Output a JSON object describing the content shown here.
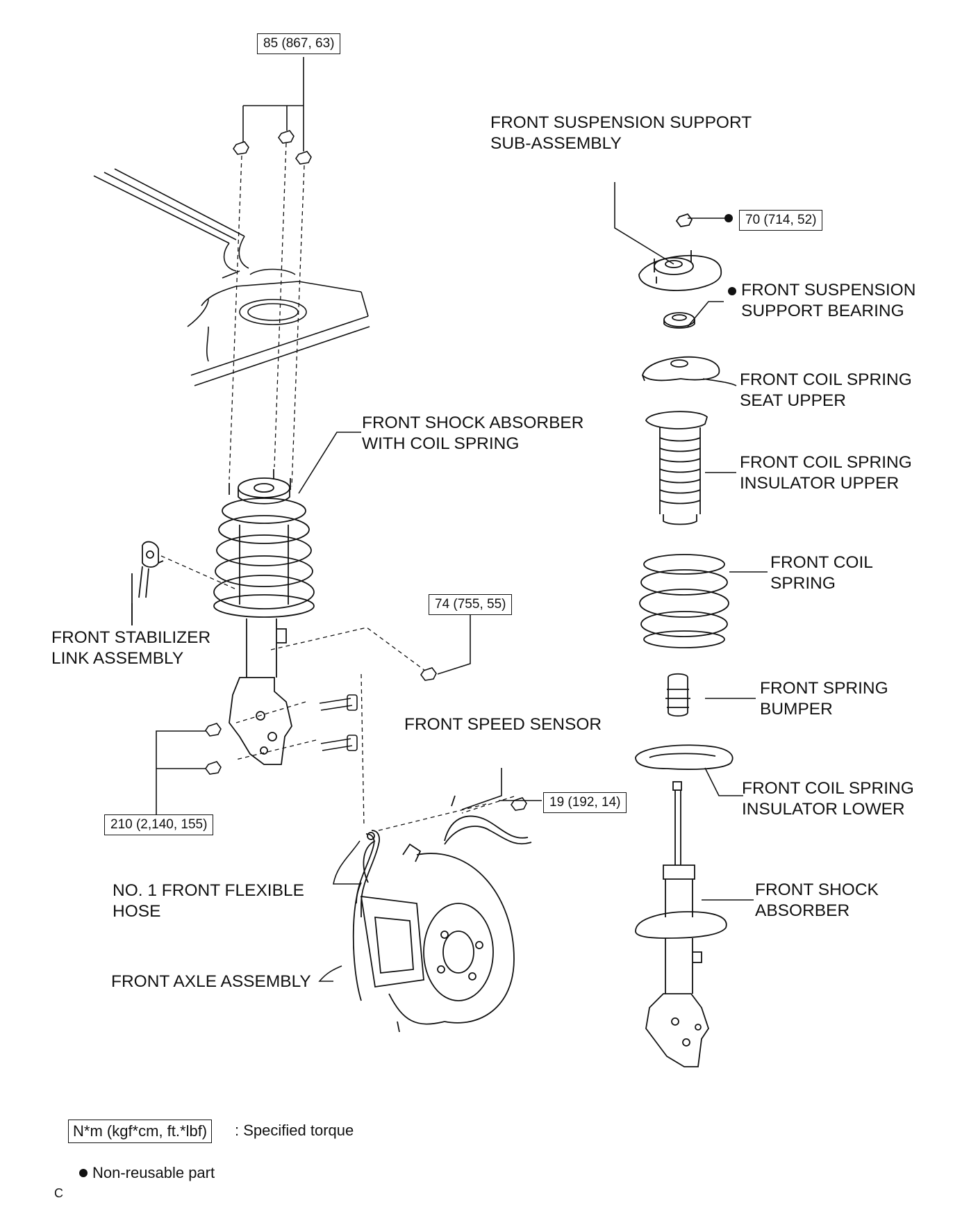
{
  "labels": {
    "front_suspension_support_sub_assembly": "FRONT SUSPENSION SUPPORT\nSUB-ASSEMBLY",
    "front_suspension_support_bearing": "FRONT SUSPENSION\nSUPPORT BEARING",
    "front_coil_spring_seat_upper": "FRONT COIL SPRING\nSEAT UPPER",
    "front_coil_spring_insulator_upper": "FRONT COIL SPRING\nINSULATOR UPPER",
    "front_coil_spring": "FRONT COIL\nSPRING",
    "front_spring_bumper": "FRONT SPRING\nBUMPER",
    "front_coil_spring_insulator_lower": "FRONT COIL SPRING\nINSULATOR LOWER",
    "front_shock_absorber": "FRONT SHOCK\nABSORBER",
    "front_shock_absorber_with_coil_spring": "FRONT SHOCK ABSORBER\nWITH COIL SPRING",
    "front_stabilizer_link_assembly": "FRONT STABILIZER\nLINK ASSEMBLY",
    "front_speed_sensor": "FRONT SPEED SENSOR",
    "no1_front_flexible_hose": "NO. 1 FRONT FLEXIBLE\nHOSE",
    "front_axle_assembly": "FRONT AXLE ASSEMBLY"
  },
  "torques": {
    "strut_mount_nuts": "85 (867, 63)",
    "support_nut": "70 (714, 52)",
    "stabilizer_link_nut": "74 (755, 55)",
    "knuckle_bolts": "210 (2,140, 155)",
    "speed_sensor_bolt": "19 (192, 14)"
  },
  "legend": {
    "torque_unit_box": "N*m (kgf*cm, ft.*lbf)",
    "torque_unit_text": ": Specified torque",
    "non_reusable_text": "Non-reusable part",
    "corner_code": "C"
  }
}
